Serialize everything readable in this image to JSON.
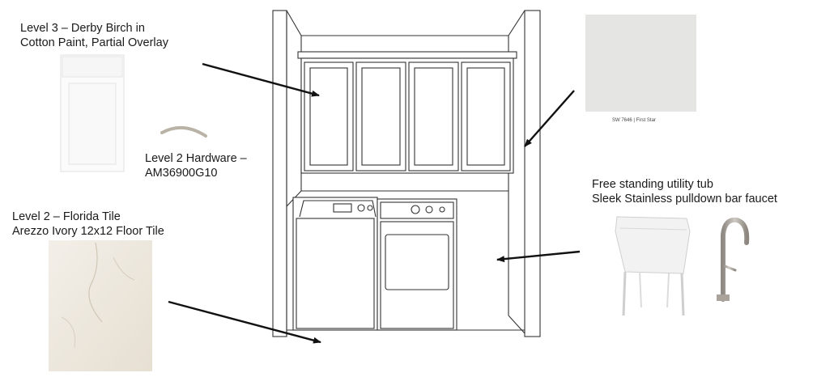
{
  "cabinet_label": {
    "line1": "Level 3 – Derby Birch in",
    "line2": "Cotton Paint, Partial Overlay"
  },
  "hardware_label": {
    "line1": "Level 2 Hardware –",
    "line2": "AM36900G10"
  },
  "tile_label": {
    "line1": "Level 2 – Florida Tile",
    "line2": "Arezzo Ivory 12x12 Floor Tile"
  },
  "tub_label": {
    "line1": "Free standing utility tub",
    "line2": "Sleek Stainless pulldown bar faucet"
  },
  "paint_swatch": {
    "caption": "SW 7646 | First Star",
    "color": "#e5e5e3"
  },
  "colors": {
    "tile": "#ece6dc",
    "stainless": "#a9a39b",
    "line": "#222222"
  }
}
